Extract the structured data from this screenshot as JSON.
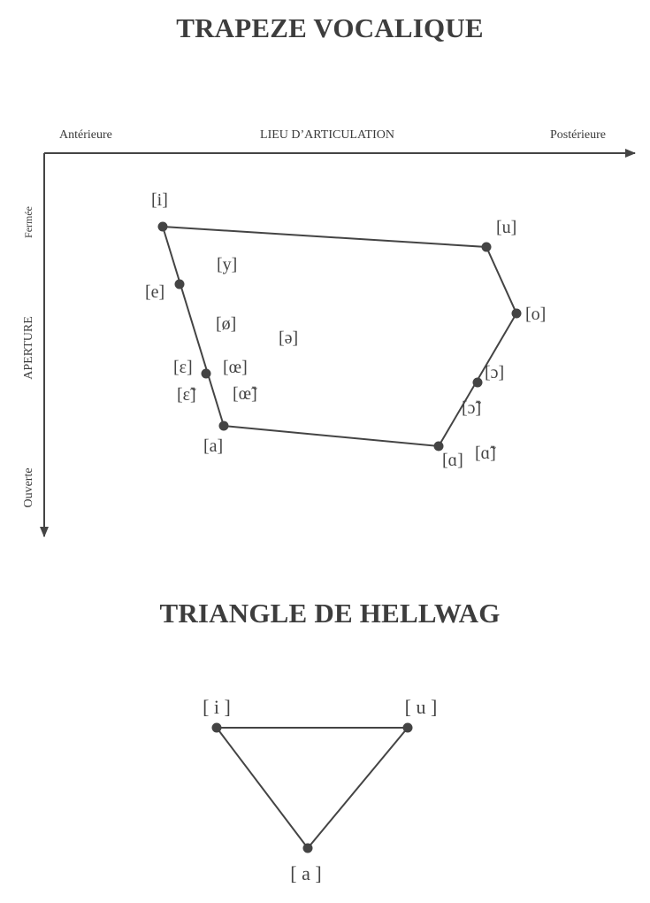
{
  "trapeze": {
    "title": "TRAPEZE VOCALIQUE",
    "axis_x": {
      "left": "Antérieure",
      "center": "LIEU D’ARTICULATION",
      "right": "Postérieure"
    },
    "axis_y": {
      "top": "Fermée",
      "center": "APERTURE",
      "bottom": "Ouverte"
    },
    "vowels": {
      "i": "[i]",
      "u": "[u]",
      "y": "[y]",
      "e": "[e]",
      "o": "[o]",
      "oe_closed": "[ø]",
      "schwa": "[ə]",
      "epsilon": "[ɛ]",
      "oe_open": "[œ]",
      "open_o": "[ɔ]",
      "epsilon_nasal": "[ɛ̃]",
      "oe_nasal": "[œ̃]",
      "o_nasal": "[ɔ̃]",
      "a": "[a]",
      "alpha": "[ɑ]",
      "alpha_nasal": "[ɑ̃]"
    }
  },
  "triangle": {
    "title": "TRIANGLE DE HELLWAG",
    "vowels": {
      "i": "[ i ]",
      "u": "[ u ]",
      "a": "[ a ]"
    }
  },
  "colors": {
    "ink": "#444444",
    "background": "#ffffff"
  }
}
